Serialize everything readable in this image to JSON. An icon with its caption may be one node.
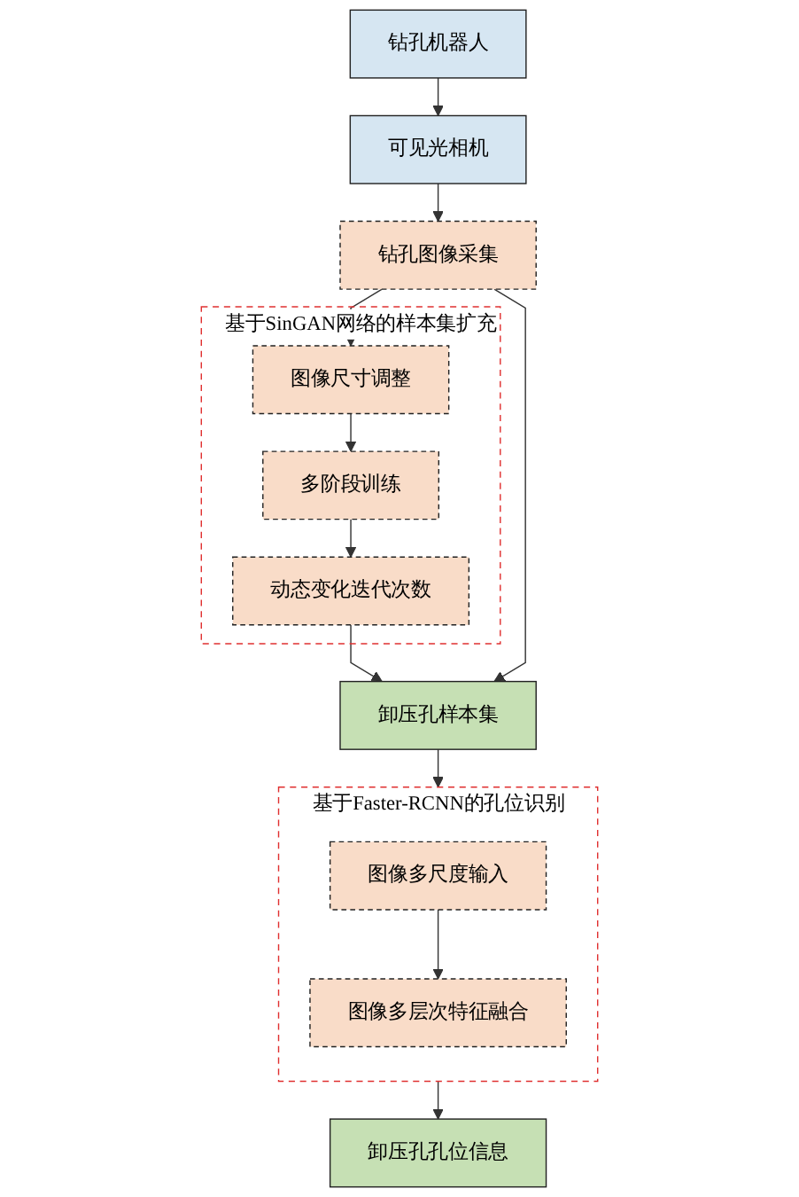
{
  "diagram": {
    "nodes": [
      {
        "text": [
          "钻孔机器人"
        ]
      },
      {
        "text": [
          "可见光相机"
        ]
      },
      {
        "text": [
          "钻孔图像采集"
        ]
      },
      {
        "text": [
          "基于SinGAN网络的样本集扩充"
        ]
      },
      {
        "text": [
          "图像尺寸调整"
        ],
        "in": 3
      },
      {
        "text": [
          "多阶段训练"
        ],
        "in": 3
      },
      {
        "text": [
          "动态变化迭代次数"
        ],
        "in": 3
      },
      {
        "text": [
          "卸压孔样本集"
        ]
      },
      {
        "text": [
          "基于Faster-RCNN的孔位识别"
        ]
      },
      {
        "text": [
          "图像多尺度输入"
        ],
        "in": 8
      },
      {
        "text": [
          "图像多层次特征融合"
        ],
        "in": 8
      },
      {
        "text": [
          "卸压孔孔位信息"
        ]
      }
    ],
    "edges": [
      {
        "from": 0,
        "to": 1,
        "arrow": "to"
      },
      {
        "from": 1,
        "to": 2,
        "arrow": "to"
      },
      {
        "from": 2,
        "to": 4,
        "arrow": "to"
      },
      {
        "from": 4,
        "to": 5,
        "arrow": "to"
      },
      {
        "from": 5,
        "to": 6,
        "arrow": "to"
      },
      {
        "from": 6,
        "to": 7,
        "arrow": "to"
      },
      {
        "from": 2,
        "to": 7,
        "arrow": "to"
      },
      {
        "from": 7,
        "to": 8,
        "arrow": "to"
      },
      {
        "from": 9,
        "to": 10,
        "arrow": "to"
      },
      {
        "from": 8,
        "to": 11,
        "arrow": "to"
      }
    ]
  }
}
